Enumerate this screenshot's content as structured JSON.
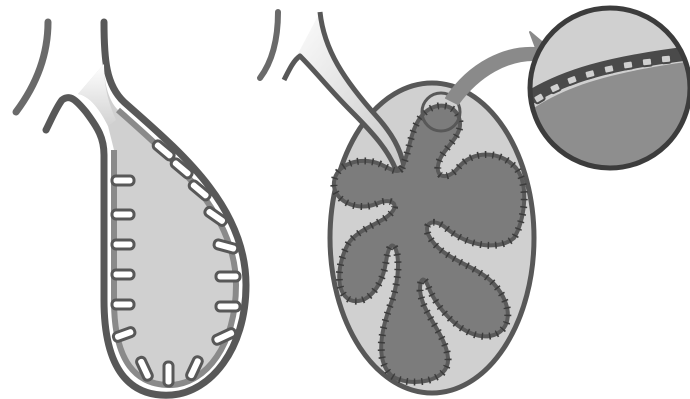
{
  "figure": {
    "panels": [
      {
        "id": "simple-gland",
        "icon": "saclike-gland-with-ridged-lining"
      },
      {
        "id": "branched-gland",
        "icon": "lobed-gland-inside-oval-capsule"
      }
    ],
    "callout": {
      "icon": "magnified-lining-detail",
      "pointer": "curved-arrow-icon"
    }
  },
  "colors": {
    "outline": "#4a4a4a",
    "lumen_light": "#d2d2d2",
    "lining_mid": "#8e8e8e",
    "capsule": "#cfcfcf",
    "lobes": "#7a7a7a",
    "arrow": "#8a8a8a",
    "background": "#ffffff"
  }
}
